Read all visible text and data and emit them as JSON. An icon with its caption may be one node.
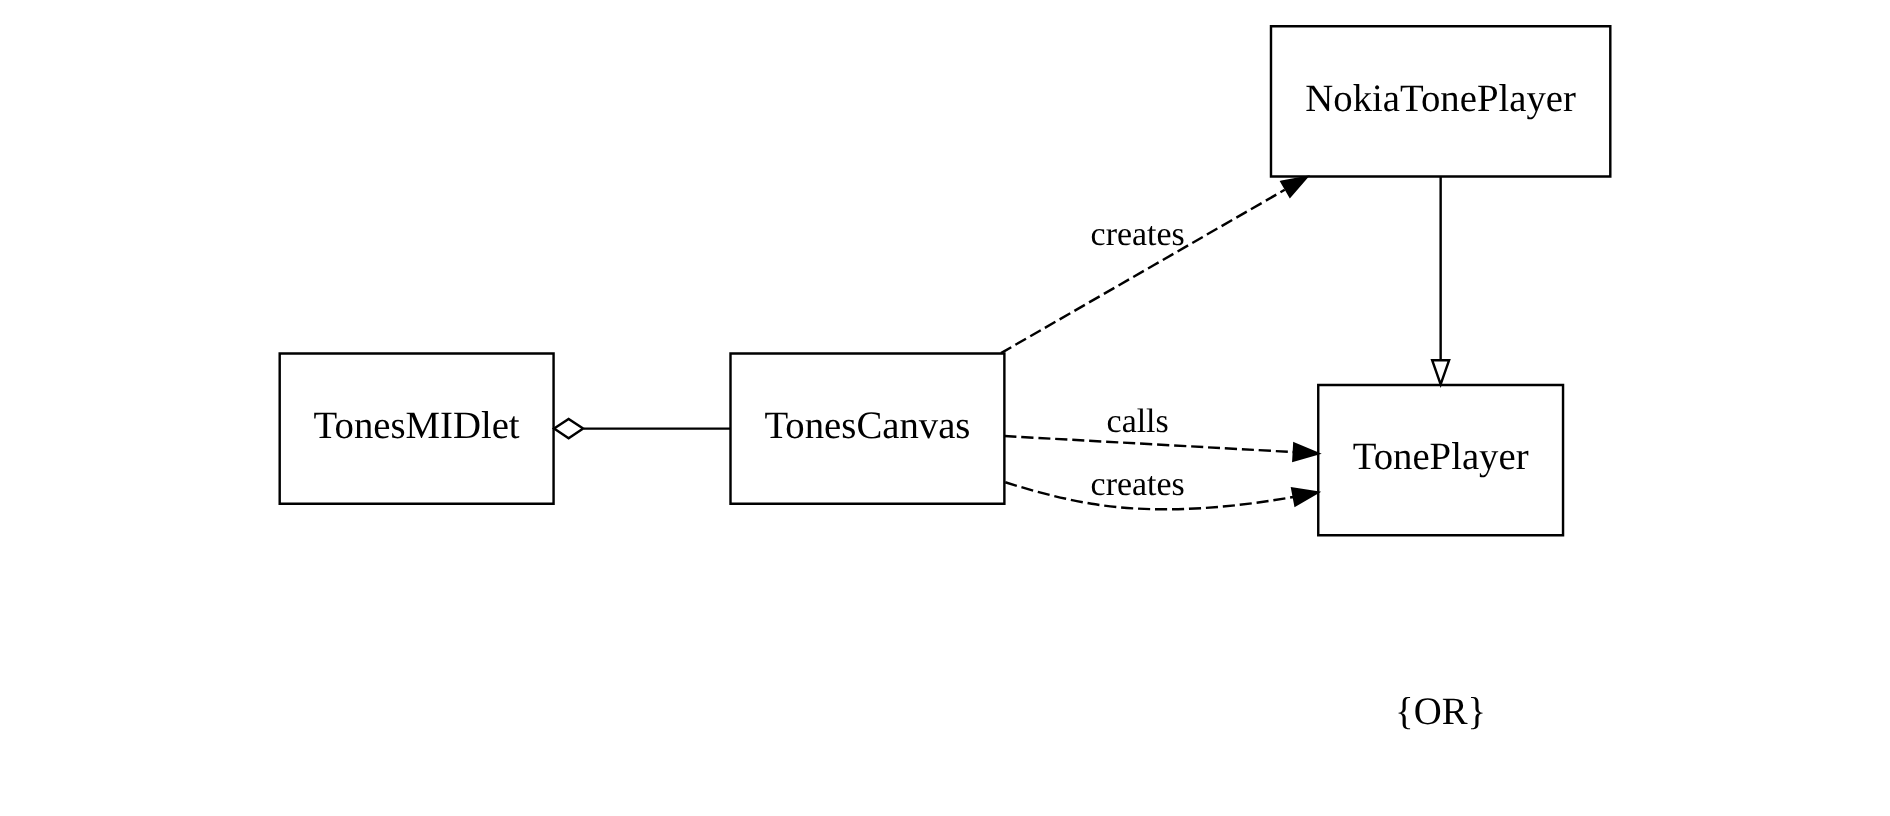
{
  "diagram": {
    "nodes": [
      {
        "text": [
          "TonesMIDlet"
        ]
      },
      {
        "text": [
          "TonesCanvas"
        ]
      },
      {
        "text": [
          "TonePlayer"
        ]
      },
      {
        "text": [
          "NokiaTonePlayer"
        ]
      }
    ],
    "edges": [
      {
        "from": 0,
        "to": 1,
        "arrow": "other"
      },
      {
        "from": 1,
        "to": 2,
        "arrow": "to",
        "label": "calls",
        "style": "dashed"
      },
      {
        "from": 1,
        "to": 2,
        "arrow": "to",
        "label": "creates",
        "style": "dashed"
      },
      {
        "from": 1,
        "to": 3,
        "arrow": "to",
        "label": "creates",
        "style": "dashed"
      },
      {
        "from": 3,
        "to": 2,
        "arrow": "to"
      }
    ],
    "labels": [
      "{OR}"
    ]
  }
}
